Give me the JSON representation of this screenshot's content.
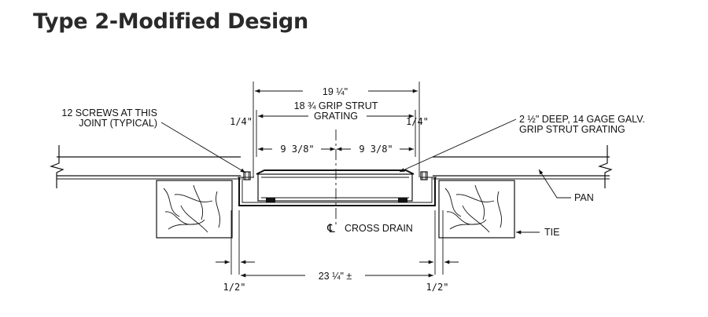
{
  "title": "Type 2-Modified Design",
  "labels": {
    "screws_line1": "12 SCREWS AT THIS",
    "screws_line2": "JOINT (TYPICAL)",
    "grating_line1": "2 ½\" DEEP, 14 GAGE GALV.",
    "grating_line2": "GRIP STRUT GRATING",
    "overall_top": "19 ¼\"",
    "grip_line1": "18 ¾ GRIP STRUT",
    "grip_line2": "GRATING",
    "quarter_left": "1/4\"",
    "quarter_right": "1/4\"",
    "half_left": "9 3/8\"",
    "half_right": "9 3/8\"",
    "pan": "PAN",
    "tie": "TIE",
    "cross_drain": "CROSS DRAIN",
    "centerline_symbol": "℄",
    "bottom_dim": "23 ¼\" ±",
    "half_inch_left": "1/2\"",
    "half_inch_right": "1/2\""
  }
}
